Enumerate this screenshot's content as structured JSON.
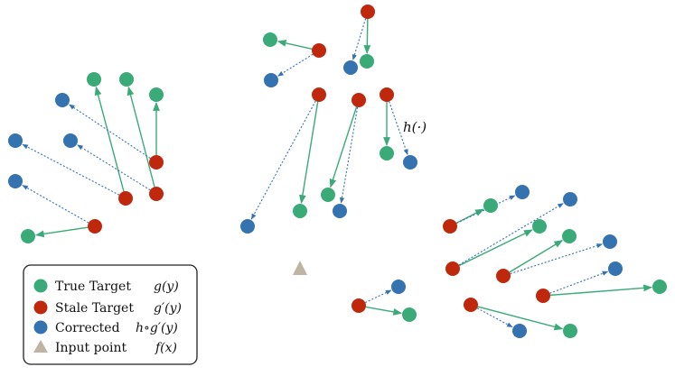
{
  "colors": {
    "true_target": "#3aaa78",
    "stale_target": "#c0280e",
    "corrected": "#3572b0",
    "input_point": "#bfb3a4",
    "legend_border": "#222222"
  },
  "legend": {
    "true_target": {
      "label": "True Target",
      "formula": "g(y)"
    },
    "stale_target": {
      "label": "Stale Target",
      "formula": "g′(y)"
    },
    "corrected": {
      "label": "Corrected",
      "formula": "h∘g′(y)"
    },
    "input_point": {
      "label": "Input point",
      "formula": "f(x)"
    }
  },
  "annotation": {
    "label": "h(·)"
  }
}
